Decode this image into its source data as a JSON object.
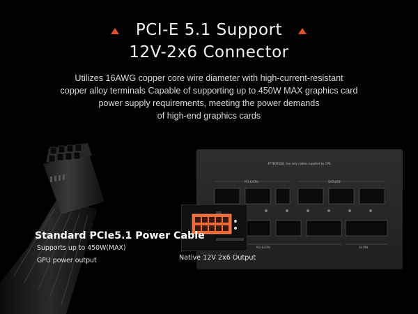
{
  "header": {
    "title_line1": "PCI-E 5.1 Support",
    "title_line2": "12V-2x6 Connector"
  },
  "description": [
    "Utilizes 16AWG copper core wire diameter with high-current-resistant",
    "copper alloy terminals Capable of supporting up to 450W MAX graphics card",
    "power supply requirements, meeting the power demands",
    "of high-end graphics cards"
  ],
  "cable": {
    "title": "Standard PCIe5.1 Power Cable",
    "sub1": "Supports up to 450W(MAX)",
    "sub2": "GPU power output"
  },
  "psu": {
    "attention": "ATTENTION! Use only cables supplied by CPS.",
    "label_pcie_cpu": "PCI-E/CPU",
    "label_sata_ide": "SATA/IDE",
    "label_pcie_cpu_bottom": "PCI-E/CPU",
    "label_24pin": "24 PIN",
    "native_label": "Native 12V 2x6 Output"
  },
  "colors": {
    "accent": "#e0502a",
    "connector_orange": "#f06a36",
    "background": "#000000"
  }
}
